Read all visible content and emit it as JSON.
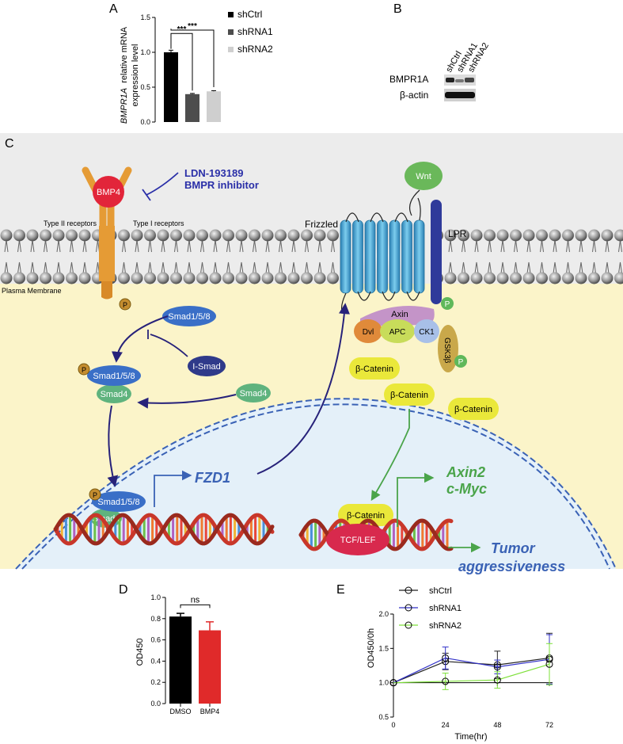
{
  "panels": {
    "a": "A",
    "b": "B",
    "c": "C",
    "d": "D",
    "e": "E"
  },
  "colors": {
    "sky": "#ececec",
    "cytoplasm": "#fbf4c9",
    "nucleus": "#e4f0f9",
    "arrow_blue": "#27227a",
    "arrow_green": "#4aa44a",
    "inhibitor": "#2a2fa8",
    "bmp4": "#e2253a",
    "receptor": "#e59b35",
    "frizzled": "#3d9ecf",
    "lpr": "#2f3a9a",
    "wnt": "#6ab85a",
    "catenin": "#eae83a",
    "tcf": "#d8294d",
    "smad": "#3a6fc7",
    "smad4": "#5fb37e",
    "isd": "#2f3a8a",
    "phospho": "#c48d2f",
    "axin": "#c494c8",
    "text_blue": "#3a62b5",
    "text_green": "#4aa44a",
    "bar_black": "#000000",
    "bar_dark": "#4d4d4d",
    "bar_light": "#cfcfcf",
    "bar_red": "#e02a2a",
    "line_black": "#222222",
    "line_blue": "#3232c8",
    "line_green": "#7ee03a"
  },
  "panel_c": {
    "inhibitor": "LDN-193189",
    "inhibitor_sub": "BMPR inhibitor",
    "bmp4": "BMP4",
    "type2": "Type II receptors",
    "type1": "Type I receptors",
    "membrane": "Plasma Membrane",
    "frizzled": "Frizzled",
    "wnt": "Wnt",
    "lpr": "LPR",
    "p": "P",
    "axin": "Axin",
    "dvl": "Dvl",
    "apc": "APC",
    "ck1": "CK1",
    "gsk": "GSK3β",
    "catenin": "β-Catenin",
    "smad158": "Smad1/5/8",
    "smad4": "Smad4",
    "isd": "I-Smad",
    "fzd1": "FZD1",
    "tcf": "TCF/LEF",
    "axin2": "Axin2",
    "cmyc": "c-Myc",
    "tumor1": "Tumor",
    "tumor2": "aggressiveness"
  },
  "panel_b": {
    "lanes": [
      "shCtrl",
      "shRNA1",
      "shRNA2"
    ],
    "rows": [
      "BMPR1A",
      "β-actin"
    ]
  },
  "chart_data": [
    {
      "panel": "A",
      "type": "bar",
      "categories": [
        "shCtrl",
        "shRNA1",
        "shRNA2"
      ],
      "values": [
        1.0,
        0.4,
        0.44
      ],
      "errors": [
        0.03,
        0.01,
        0.01
      ],
      "ylabel": "BMPR1A relative mRNA expression level",
      "ylabel_italic": "BMPR1A",
      "ylabel_rest": "relative mRNA",
      "ylabel_line2": "expression level",
      "ylim": [
        0,
        1.5
      ],
      "yticks": [
        "0.0",
        "0.5",
        "1.0",
        "1.5"
      ],
      "significance": [
        "***",
        "***"
      ],
      "legend": [
        "shCtrl",
        "shRNA1",
        "shRNA2"
      ],
      "legend_position": "right"
    },
    {
      "panel": "D",
      "type": "bar",
      "categories": [
        "DMSO",
        "BMP4"
      ],
      "values": [
        0.82,
        0.69
      ],
      "errors": [
        0.03,
        0.08
      ],
      "ylabel": "OD450",
      "ylim": [
        0,
        1.0
      ],
      "yticks": [
        "0.0",
        "0.2",
        "0.4",
        "0.6",
        "0.8",
        "1.0"
      ],
      "significance": "ns"
    },
    {
      "panel": "E",
      "type": "line",
      "x": [
        0,
        24,
        48,
        72
      ],
      "xticks": [
        "0",
        "24",
        "48",
        "72"
      ],
      "xlabel": "Time(hr)",
      "ylabel": "OD450/0h",
      "ylim": [
        0.5,
        2.0
      ],
      "yticks": [
        "0.5",
        "1.0",
        "1.5",
        "2.0"
      ],
      "series": [
        {
          "name": "shCtrl",
          "values": [
            1.0,
            1.31,
            1.26,
            1.36
          ],
          "errors": [
            0,
            0.12,
            0.2,
            0.36
          ]
        },
        {
          "name": "shRNA1",
          "values": [
            1.0,
            1.36,
            1.23,
            1.34
          ],
          "errors": [
            0,
            0.16,
            0.1,
            0.36
          ]
        },
        {
          "name": "shRNA2",
          "values": [
            1.0,
            1.02,
            1.04,
            1.27
          ],
          "errors": [
            0,
            0.12,
            0.12,
            0.3
          ]
        }
      ],
      "legend_position": "top"
    }
  ]
}
